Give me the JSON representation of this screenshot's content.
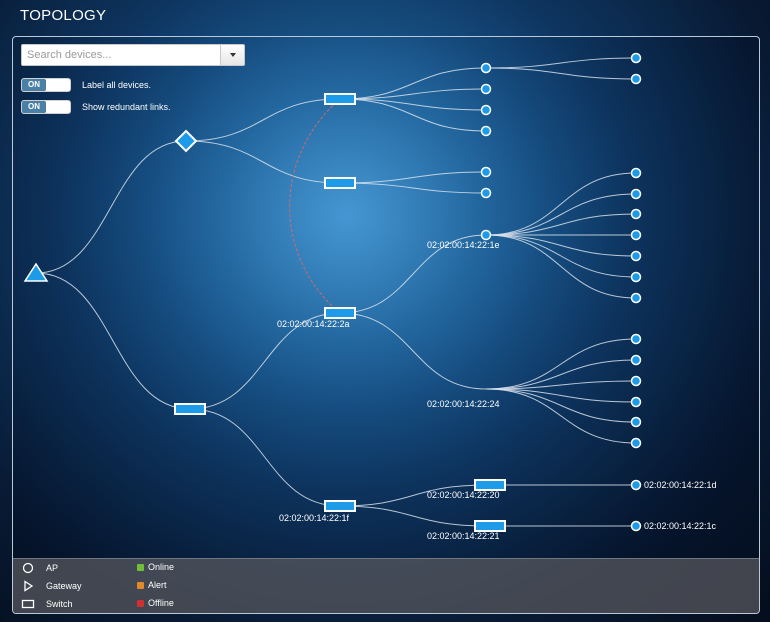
{
  "header": {
    "title": "TOPOLOGY"
  },
  "search": {
    "placeholder": "Search devices..."
  },
  "toggles": [
    {
      "state": "ON",
      "label": "Label all devices."
    },
    {
      "state": "ON",
      "label": "Show redundant links."
    }
  ],
  "topology": {
    "labels": {
      "switch_2a": "02:02:00:14:22:2a",
      "switch_1f": "02:02:00:14:22:1f",
      "switch_20": "02:02:00:14:22:20",
      "switch_21": "02:02:00:14:22:21",
      "ap_1e": "02:02:00:14:22:1e",
      "ap_24": "02:02:00:14:22:24",
      "ap_1d": "02:02:00:14:22:1d",
      "ap_1c": "02:02:00:14:22:1c"
    }
  },
  "legend": {
    "device_types": [
      {
        "icon": "ap-icon",
        "label": "AP"
      },
      {
        "icon": "gateway-icon",
        "label": "Gateway"
      },
      {
        "icon": "switch-icon",
        "label": "Switch"
      }
    ],
    "statuses": [
      {
        "label": "Online",
        "color": "#6fbf3a"
      },
      {
        "label": "Alert",
        "color": "#e08a2a"
      },
      {
        "label": "Offline",
        "color": "#d03030"
      }
    ]
  },
  "colors": {
    "node_fill": "#1e9be8",
    "node_stroke": "#ffffff",
    "link": "#d8e2ec",
    "redundant_link": "#d06a6a"
  }
}
